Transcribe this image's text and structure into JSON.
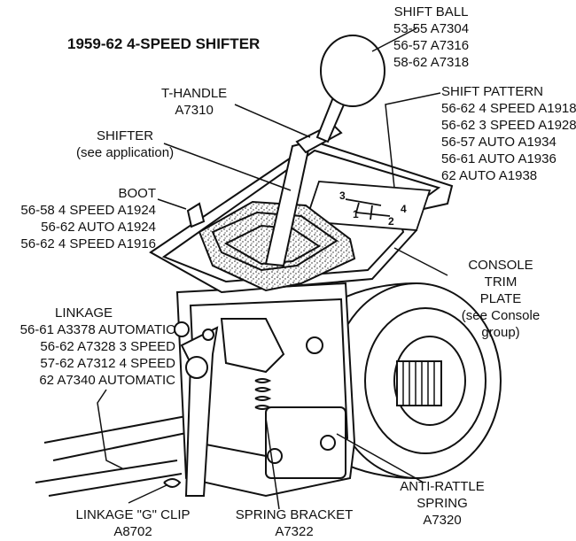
{
  "title": "1959-62 4-SPEED SHIFTER",
  "labels": {
    "shift_ball": [
      "SHIFT BALL",
      "53-55 A7304",
      "56-57 A7316",
      "58-62 A7318"
    ],
    "t_handle": [
      "T-HANDLE",
      "A7310"
    ],
    "shift_pattern": [
      "SHIFT PATTERN",
      "56-62 4 SPEED A1918",
      "56-62 3 SPEED A1928",
      "56-57 AUTO A1934",
      "56-61 AUTO A1936",
      "62 AUTO A1938"
    ],
    "shifter": [
      "SHIFTER",
      "(see application)"
    ],
    "boot": [
      "BOOT",
      "56-58 4 SPEED A1924",
      "56-62 AUTO A1924",
      "56-62 4 SPEED A1916"
    ],
    "console_trim_plate": [
      "CONSOLE",
      "TRIM",
      "PLATE",
      "(see Console",
      "group)"
    ],
    "linkage": [
      "LINKAGE",
      "56-61 A3378 AUTOMATIC",
      "56-62 A7328 3 SPEED",
      "57-62 A7312 4 SPEED",
      "62 A7340 AUTOMATIC"
    ],
    "linkage_g_clip": [
      "LINKAGE \"G\" CLIP",
      "A8702"
    ],
    "spring_bracket": [
      "SPRING BRACKET",
      "A7322"
    ],
    "anti_rattle_spring": [
      "ANTI-RATTLE",
      "SPRING",
      "A7320"
    ]
  },
  "pattern_marks": [
    "3",
    "1",
    "4",
    "2"
  ]
}
